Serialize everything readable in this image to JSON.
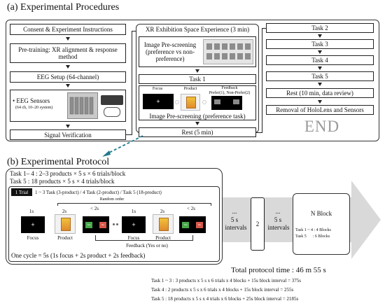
{
  "section_a": {
    "title": "(a) Experimental Procedures",
    "left_column": {
      "consent": "Consent & Experiment Instructions",
      "pretraining": "Pre-training: XR alignment & response method",
      "eeg_setup": "EEG Setup (64-channel)",
      "eeg_sensors_title": "EEG Sensors",
      "eeg_sensors_sub": "(64 ch, 10–20 system)",
      "signal_verification": "Signal Verification"
    },
    "middle_column": {
      "xr_title": "XR Exhibition Space Experience (3 min)",
      "image_prescreening": "Image Pre-screening (preference vs non-preference)",
      "task1": "Task 1",
      "focus": "Focus",
      "product": "Product",
      "feedback": "Feedback",
      "feedback_options": "Prefer(1), Non-Prefer(2)",
      "image_prescreening_task": "Image Pre-screening (preference task)",
      "rest5": "Rest (5 min)"
    },
    "right_column": {
      "task2": "Task 2",
      "task3": "Task 3",
      "task4": "Task 4",
      "task5": "Task 5",
      "rest10": "Rest (10 min, data review)",
      "removal": "Removal of HoloLens and Sensors",
      "end": "END"
    }
  },
  "section_b": {
    "title": "(b) Experimental Protocol",
    "line1": "Task 1– 4 : 2–3 products × 5 s × 6 trials/block",
    "line2": "Task 5 : 18 products × 5 s × 4 trials/block",
    "trial_tag": "1 Trial",
    "trial_desc": "1 ~ 3 Task (3-product) / 4 Task (2-product) / Task 5 (18-product)",
    "random_order": "Random order",
    "t1s_a": "1s",
    "t2s_a": "2s",
    "tlt2s_a": "< 2s",
    "t1s_b": "1s",
    "t2s_b": "2s",
    "tlt2s_b": "< 2s",
    "focus_a": "Focus",
    "product_a": "Product",
    "focus_b": "Focus",
    "product_b": "Product",
    "feedback_yn": "Feedback (Yes or no)",
    "one_cycle": "One cycle = 5s (1s focus + 2s product + 2s feedback)",
    "dots1": "...",
    "interval1": "5 s",
    "interval1b": "intervals",
    "block_two": "2",
    "dots2": "...",
    "interval2": "5 s",
    "interval2b": "intervals",
    "nblock_title": "N Block",
    "nblock_l1": "Task 1 ~ 4 : 4 Blocks",
    "nblock_l2": "Task 5      : 6 Blocks",
    "fb_yes": "Yes",
    "fb_no": "No"
  },
  "summary": {
    "total": "Total protocol time : 46 m 55 s",
    "calc1": "Task 1 ~ 3 : 3 products  x 5 s x 6 trials x 4 blocks + 15s block interval = 375s",
    "calc2": "Task 4 : 2 products x 5 s x 6 trials x 4 blocks + 15s block interval = 255s",
    "calc3": "Task 5 : 18 products  x 5 s x 4 trials x 6 blocks + 25s block interval = 2185s"
  },
  "colors": {
    "dashed_arrow": "#1f7a8c",
    "end_text": "#9a9a9a",
    "feedback_green": "#4aa84a",
    "feedback_red": "#d9584a",
    "block_arrow": "#d9d9d9"
  }
}
